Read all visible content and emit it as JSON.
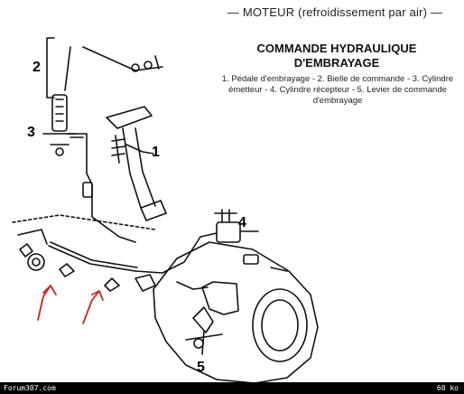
{
  "header": "— MOTEUR (refroidissement par air) —",
  "title_line1": "COMMANDE HYDRAULIQUE",
  "title_line2": "D'EMBRAYAGE",
  "legend": "1. Pédale d'embrayage - 2. Bielle de commande - 3. Cylindre émetteur - 4. Cylindre récepteur - 5. Levier de commande d'embrayage",
  "callouts": {
    "c1": "1",
    "c2": "2",
    "c3": "3",
    "c4": "4",
    "c5": "5"
  },
  "footer": {
    "site": "Forum307.com",
    "size": "60 ko"
  },
  "colors": {
    "annotation": "#d42020",
    "line": "#111111"
  }
}
